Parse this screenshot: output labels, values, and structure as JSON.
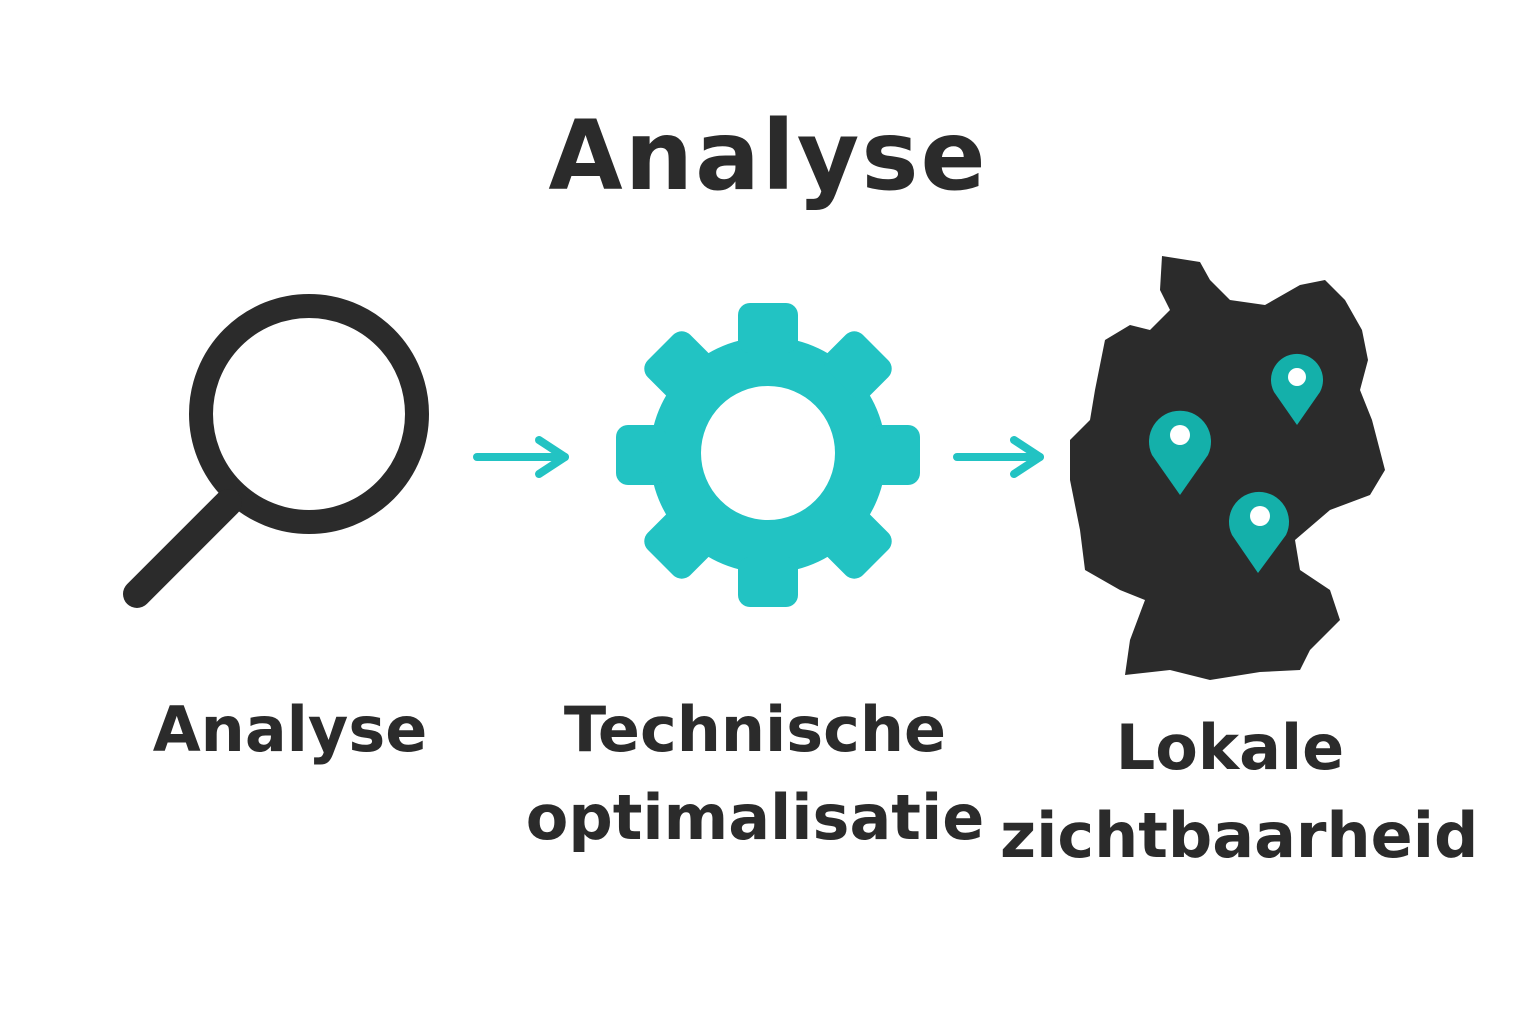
{
  "title": "Analyse",
  "steps": [
    {
      "label": "Analyse",
      "icon": "magnifier-icon"
    },
    {
      "label_line1": "Technische",
      "label_line2": "optimalisatie",
      "icon": "gear-icon"
    },
    {
      "label_line1": "Lokale",
      "label_line2": "zichtbaarheid",
      "icon": "germany-map-icon"
    }
  ],
  "colors": {
    "accent": "#22c3c3",
    "dark": "#2b2b2b",
    "pin": "#14b0aa"
  }
}
